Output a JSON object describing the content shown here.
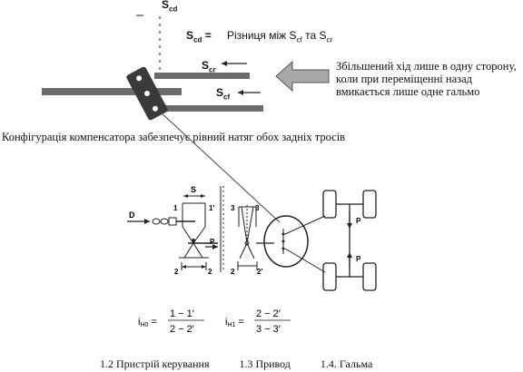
{
  "top": {
    "scd_label": "S",
    "scd_sub": "cd",
    "definition_symbol": "S",
    "definition_symbol_sub": "cd",
    "definition_eq": " =",
    "definition_text_1": "Різниця між S",
    "definition_sub_1": "cf",
    "definition_text_2": " та S",
    "definition_sub_2": "cr",
    "scr_label": "S",
    "scr_sub": "cr",
    "scf_label": "S",
    "scf_sub": "cf",
    "note": "Збільшений хід лише в одну сторону, коли при переміщенні назад вмикається лише одне гальмо"
  },
  "config_caption": "Конфігурація компенсатора забезпечує рівний натяг обох задніх тросів",
  "schematic": {
    "label_D": "D",
    "label_S": "S",
    "label_1": "1",
    "label_1p": "1'",
    "label_2": "2",
    "label_2p": "2",
    "label_P": "P",
    "label_3": "3",
    "label_3p": "3",
    "label_2b": "2",
    "label_2bp": "2'",
    "label_P_up": "P",
    "label_P_down": "P"
  },
  "formulas": {
    "i1_lhs": "i",
    "i1_sub": "H0",
    "i1_num": "1 − 1′",
    "i1_den": "2 − 2′",
    "i2_lhs": "i",
    "i2_sub": "H1",
    "i2_num": "2 − 2′",
    "i2_den": "3 − 3′"
  },
  "captions": [
    "1.2 Пристрій керування",
    "1.3 Привод",
    "1.4. Гальма"
  ],
  "colors": {
    "rod": "#6b6b6b",
    "arrow_fill": "#a9a9a9",
    "line": "#222222"
  }
}
